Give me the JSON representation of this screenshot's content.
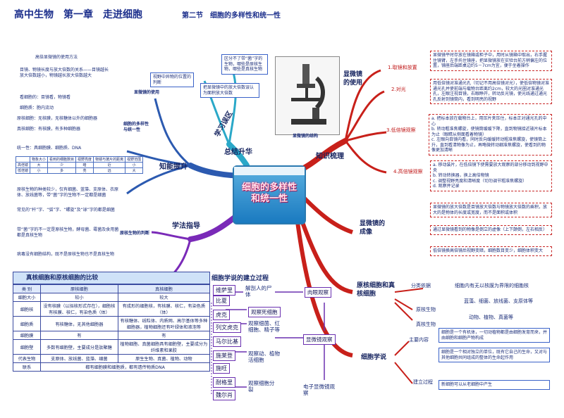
{
  "header": {
    "title": "高中生物　第一章　走进细胞",
    "section": "第二节　细胞的多样性和统一性"
  },
  "center": {
    "title": "细胞的多样性和统一性"
  },
  "branches": {
    "summary": "总结升华",
    "knowledge": "知识梳理",
    "ability": "知能提升",
    "method": "学法指导",
    "study_area": "学习误区"
  },
  "microscope": {
    "node": "显微镜的使用",
    "steps": [
      {
        "label": "1.取镜和放置",
        "text": "显微镜平时存放在镜箱或柜子中，用时从镜箱中取出，右手握住镜臂，左手托住镜座，把显微镜放在实验台前方稍偏左的位置，镜座后端距桌边约5－7cm为宜，便于坐着操作"
      },
      {
        "label": "2.对光",
        "text": "用低倍镜对准通光孔（切记不用高倍镜对光），使低倍物镜对准通光孔并使前端与载物台距离约2cm，较大的光圈对准通光孔，左眼注视目镜，右眼睁开，转动反光镜，使光线通过通光孔反射到镜筒内，看到明亮的视野"
      },
      {
        "label": "3.低倍镜观察",
        "text": "a. 把标本放在载物台上，用压片夹压住，标本正对通光孔的中心\nb. 转动粗准焦螺旋，使镜筒缓缓下降，直到物镜接近玻片标本为止（眼睛从侧面看着物镜）\nc. 左眼向目镜内看，同时反向缓缓转动粗准焦螺旋，使镜筒上升，直到看清物像为止，再略微转动细准焦螺旋，使看到的物像更加清晰"
      },
      {
        "label": "4.高倍镜观察",
        "text": "a. 移动装片，在低倍镜下使需要放大观察的部分移动到视野中央\nb. 转动转换器，换上高倍物镜\nc. 调整视野亮度和清晰度（切勿调节粗准焦螺旋）\nd. 观察并记录"
      }
    ]
  },
  "imaging": {
    "node": "显微镜的成像",
    "items": [
      "显微镜的放大倍数是目镜放大倍数与物镜放大倍数的乘积，放大的是物体的长度或宽度，而不是面积或体积",
      "通过显微镜看到的物像是倒立的虚像（上下颠倒，左右相反）",
      "低倍镜换高倍镜后视野变暗，细胞数目变少，细胞体积变大"
    ]
  },
  "prok_euk": {
    "node": "原核细胞和真核细胞",
    "class_label": "分类依据",
    "class_text": "细胞内有无以核膜为界限的细胞核",
    "prok_label": "原核生物",
    "prok_text": "蓝藻、细菌、放线菌、支原体等",
    "euk_label": "真核生物",
    "euk_text": "动物、植物、真菌等"
  },
  "cell_theory": {
    "node": "细胞学说",
    "main_label": "主要内容",
    "main_items": [
      "细胞是一个有机体，一切动植物都是由细胞发育而来，并由细胞和细胞产物构成",
      "细胞是一个相对独立的单位，既有它自己的生命，又对与其他细胞共同组成的整体的生命起作用",
      "新细胞可以从老细胞中产生"
    ],
    "build_label": "建立过程"
  },
  "table": {
    "title": "真核细胞和原核细胞的比较",
    "headers": [
      "类 别",
      "原核细胞",
      "真核细胞"
    ],
    "rows": [
      [
        "细胞大小",
        "较小",
        "较大"
      ],
      [
        "细胞核",
        "没有核膜（以拟核形式存在），细胞核有核膜、核仁，有染色质（体）",
        "有成形的细胞核，有核膜、核仁，有染色质（体）"
      ],
      [
        "细胞质",
        "有核糖体，无其他细胞器",
        "有核糖体、线粒体、内质网、高尔基体等多种细胞器，植物细胞还有叶绿体和液泡等"
      ],
      [
        "细胞膜",
        "有",
        "有"
      ],
      [
        "细胞壁",
        "多数有细胞壁，主要成分是肽聚糖",
        "植物细胞、真菌细胞具有细胞壁，主要成分为纤维素和果胶"
      ],
      [
        "代表生物",
        "支原体、放线菌、蓝藻、细菌",
        "原生生物、真菌、植物、动物"
      ],
      [
        "联系",
        "都有细胞膜和细胞质，都有遗传物质DNA",
        ""
      ]
    ]
  },
  "history": {
    "title": "细胞学说的建立过程",
    "scientists": [
      "维萨里",
      "比夏",
      "虎克",
      "列文虎克",
      "马尔比基",
      "施莱登",
      "施旺",
      "耐格里",
      "魏尔肖"
    ],
    "events": [
      "解剖人的尸体",
      "肉眼观察",
      "观察死细胞",
      "观察细菌、红细胞、精子等",
      "显微镜观察",
      "观察动、植物活细胞",
      "观察细胞分裂",
      "电子显微镜观察"
    ]
  },
  "left_top": {
    "method_title": "高倍显微镜的使用方法",
    "micro_use": "显微镜的使用",
    "small_notes": [
      "目镜、物镜长度与放大倍数的关系——目镜越长放大倍数越小，物镜越长放大倍数越大",
      "看细胞的：目镜看，物镜看",
      "细胞质：胞内流动",
      "视野中异物的位置的判断"
    ],
    "cell_types": [
      "原核细胞：无核膜，无核糖体以外的细胞器",
      "真核细胞：有核膜，有多种细胞器",
      "统一性：具细胞膜、细胞质、DNA"
    ],
    "unify": "细胞的多样性与统一性",
    "wrong_box": "区分不了带“菌”字的生物，哪些是原核生物，哪些是真核生物",
    "magnify": "把显微镜中的放大倍数误认为面积放大倍数",
    "judge": "原核生物的判断"
  },
  "judge_notes": [
    "原核生物的种类较少，仅有细菌、蓝藻、支原体、衣原体、放线菌等，带“菌”字的生物不一定都是细菌",
    "常见的“杆”字、“弧”字、“螺旋”及“球”字的都是细菌",
    "带“菌”字的不一定是原核生物，酵母菌、霉菌及食用菌都是真核生物",
    "病毒没有细胞结构，既不是原核生物也不是真核生物"
  ],
  "mini_table": {
    "headers": [
      "",
      "物象大小",
      "看到的细胞数目",
      "视野亮度",
      "物镜与玻片的距离",
      "视野范围"
    ],
    "rows": [
      [
        "高倍镜",
        "大",
        "少",
        "暗",
        "近",
        "小"
      ],
      [
        "低倍镜",
        "小",
        "多",
        "亮",
        "远",
        "大"
      ]
    ]
  },
  "colors": {
    "title": "#1c2f8c",
    "red_branch": "#c8201a",
    "cyan_branch": "#2aa8c8",
    "purple_branch": "#7a2ab8",
    "blue_branch": "#2c5ab0"
  }
}
